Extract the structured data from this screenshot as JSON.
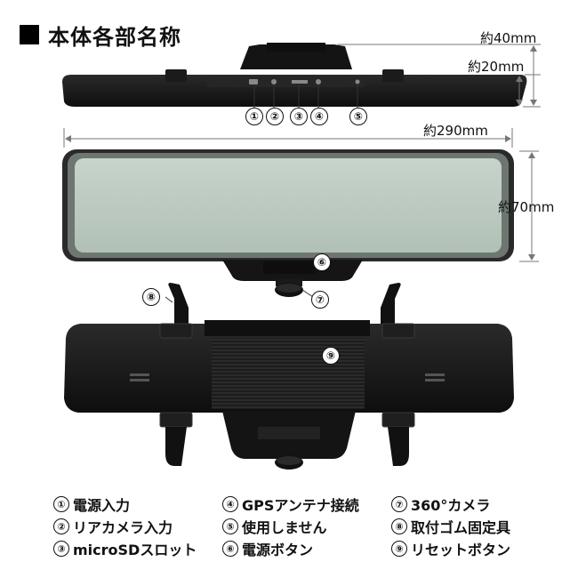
{
  "title": "本体各部名称",
  "dimensions": {
    "top_height_total": "約40mm",
    "top_height_body": "約20mm",
    "width": "約290mm",
    "height": "約70mm"
  },
  "callouts": [
    "①",
    "②",
    "③",
    "④",
    "⑤",
    "⑥",
    "⑦",
    "⑧",
    "⑨"
  ],
  "legend": [
    {
      "num": "①",
      "text": "電源入力"
    },
    {
      "num": "②",
      "text": "リアカメラ入力"
    },
    {
      "num": "③",
      "text": "microSDスロット"
    },
    {
      "num": "④",
      "text": "GPSアンテナ接続"
    },
    {
      "num": "⑤",
      "text": "使用しません"
    },
    {
      "num": "⑥",
      "text": "電源ボタン"
    },
    {
      "num": "⑦",
      "text": "360°カメラ"
    },
    {
      "num": "⑧",
      "text": "取付ゴム固定具"
    },
    {
      "num": "⑨",
      "text": "リセットボタン"
    }
  ],
  "colors": {
    "screen": "#b9c8be",
    "body": "#1a1a1a",
    "accent": "#000000"
  }
}
